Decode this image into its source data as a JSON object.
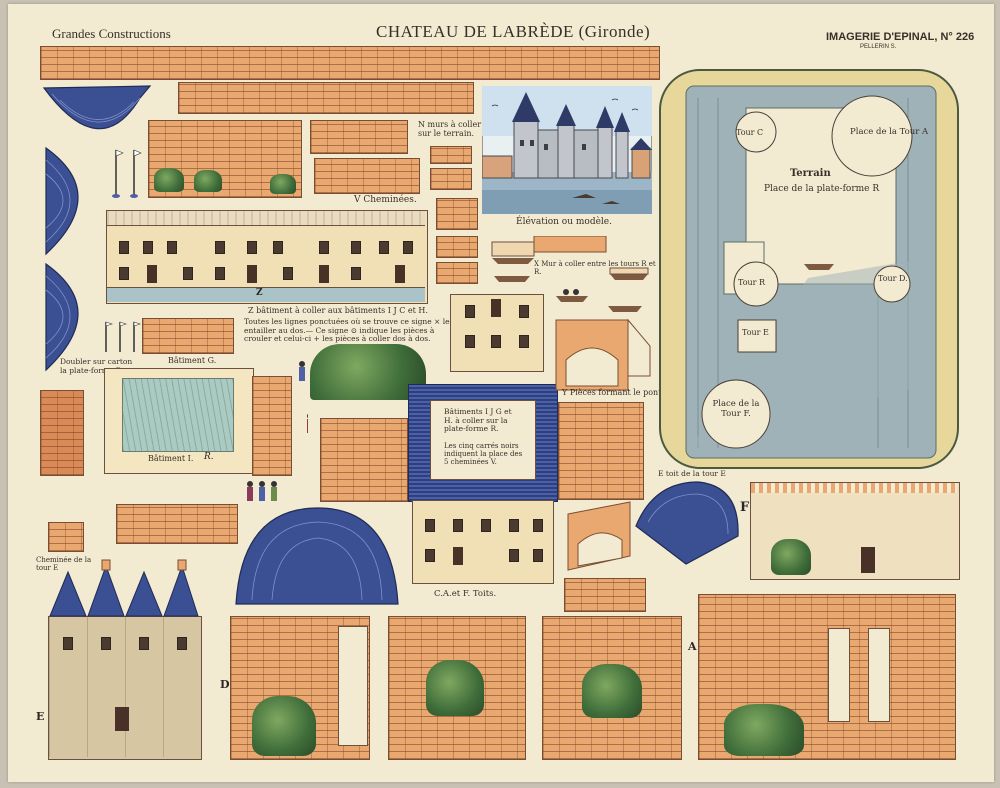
{
  "header": {
    "series": "Grandes Constructions",
    "title": "CHATEAU DE LABRÈDE (Gironde)",
    "publisher": "IMAGERIE D'EPINAL, N° 226",
    "publisher_sub": "PELLERIN S."
  },
  "labels": {
    "murs_coller": "N murs à coller sur le terrain.",
    "elevation": "Élévation ou modèle.",
    "cheminees": "V Cheminées.",
    "mur_tours": "X Mur à coller entre les tours R et R.",
    "z_batiment": "Z bâtiment à coller aux bâtiments I J C et H.",
    "note": "Toutes les lignes ponctuées où se trouve ce signe × les entailler au dos.— Ce signe ⊙ indique les pièces à crouler et celui-ci + les pièces à coller dos à dos.",
    "doubler": "Doubler sur carton la plate-forme R.",
    "batiment_g": "Bâtiment G.",
    "batiment_i": "Bâtiment I.",
    "batiment_r": "R.",
    "batiments_ijgh": "Bâtiments I J G et H. à coller sur la plate-forme R.",
    "cinq_carres": "Les cinq carrés noirs indiquent la place des 5 cheminées V.",
    "pieces_pont": "Y Pièces formant le pont.",
    "toit_tour_e": "E toit de la tour E",
    "cheminee_tour_e": "Cheminée de la tour E",
    "cdf_toits": "C.A.et F. Toits.",
    "terrain": "Terrain",
    "plate_forme": "Place de la plate-forme R",
    "tour_c": "Tour C",
    "tour_a": "Place de la Tour A",
    "tour_r": "Tour R",
    "tour_d": "Tour D.",
    "tour_e": "Tour E",
    "tour_f": "Place de la Tour F.",
    "letter_z": "Z",
    "letter_d": "D",
    "letter_e": "E",
    "letter_a": "A",
    "letter_f": "F"
  },
  "colors": {
    "paper": "#f3ead2",
    "brick": "#e9a86f",
    "slate_blue": "#2c3f7f",
    "ground": "#c7d2c9"
  }
}
